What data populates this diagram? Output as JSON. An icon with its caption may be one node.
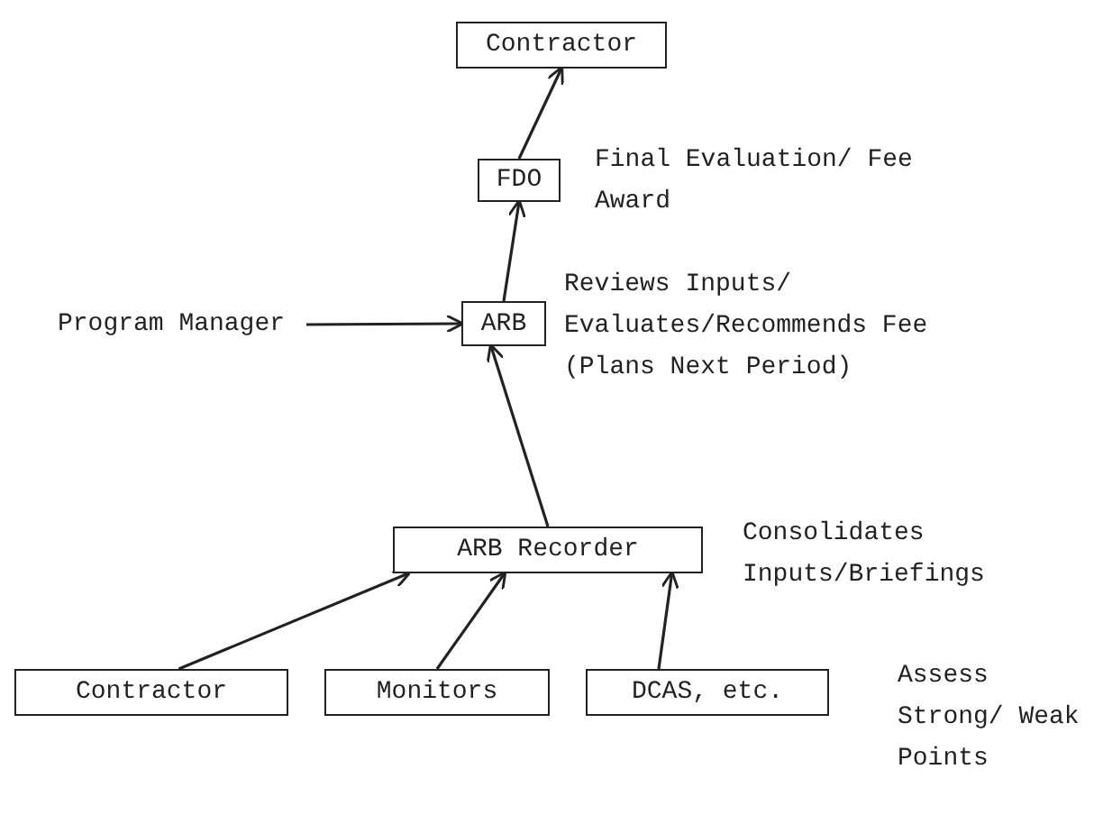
{
  "diagram": {
    "nodes": [
      {
        "text": [
          "Contractor"
        ]
      },
      {
        "text": [
          "FDO"
        ],
        "beside": [
          "Final Evaluation/ Fee Award"
        ]
      },
      {
        "text": [
          "ARB"
        ],
        "beside": [
          "Reviews Inputs/ Evaluates/Recommends Fee (Plans Next Period)"
        ]
      },
      {
        "text": [
          "Program Manager"
        ]
      },
      {
        "text": [
          "ARB Recorder"
        ],
        "beside": [
          "Consolidates Inputs/Briefings"
        ]
      },
      {
        "text": [
          "Contractor"
        ]
      },
      {
        "text": [
          "Monitors"
        ]
      },
      {
        "text": [
          "DCAS, etc."
        ],
        "beside": [
          "Assess Strong/ Weak Points"
        ]
      }
    ],
    "edges": [
      {
        "from": 1,
        "to": 0,
        "arrow": "to"
      },
      {
        "from": 2,
        "to": 1,
        "arrow": "to"
      },
      {
        "from": 3,
        "to": 2,
        "arrow": "to"
      },
      {
        "from": 4,
        "to": 2,
        "arrow": "to"
      },
      {
        "from": 5,
        "to": 4,
        "arrow": "to"
      },
      {
        "from": 6,
        "to": 4,
        "arrow": "to"
      },
      {
        "from": 7,
        "to": 4,
        "arrow": "to"
      }
    ]
  }
}
